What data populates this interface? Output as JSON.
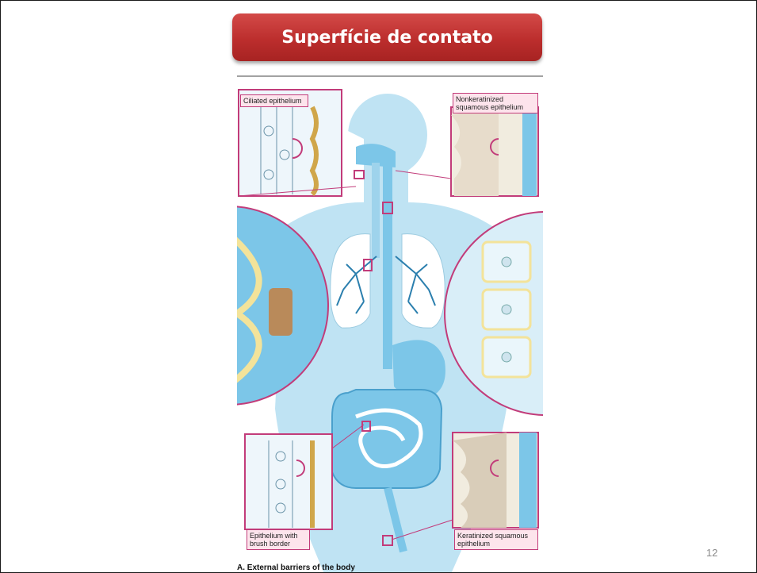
{
  "slide": {
    "title": "Superfície de contato",
    "page_number": "12"
  },
  "figure": {
    "labels": {
      "top_left": "Ciliated epithelium",
      "top_right": "Nonkeratinized squamous epithelium",
      "bottom_left": "Epithelium with brush border",
      "bottom_right": "Keratinized squamous epithelium"
    },
    "caption": "A. External barriers of the body"
  },
  "colors": {
    "title_red": "#bc2e2d",
    "body_blue": "#bfe3f3",
    "organ_blue": "#7cc6e8",
    "magenta": "#c23c7a"
  }
}
